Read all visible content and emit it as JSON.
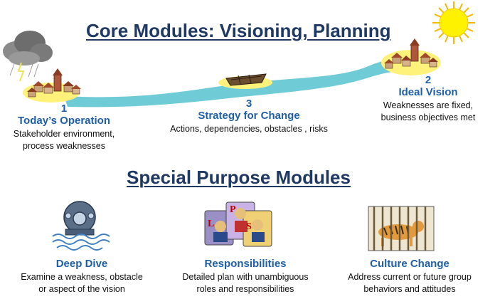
{
  "core": {
    "heading": "Core Modules: Visioning, Planning",
    "stages": [
      {
        "number": "1",
        "title": "Today’s Operation",
        "desc_lines": [
          "Stakeholder environment,",
          "process weaknesses"
        ]
      },
      {
        "number": "3",
        "title": "Strategy for Change",
        "desc_lines": [
          "Actions, dependencies, obstacles , risks"
        ]
      },
      {
        "number": "2",
        "title": "Ideal Vision",
        "desc_lines": [
          "Weaknesses are fixed,",
          "business objectives met"
        ]
      }
    ]
  },
  "special": {
    "heading": "Special Purpose Modules",
    "modules": [
      {
        "title": "Deep Dive",
        "desc_lines": [
          "Examine a weakness, obstacle",
          "or aspect of the vision"
        ]
      },
      {
        "title": "Responsibilities",
        "desc_lines": [
          "Detailed plan with unambiguous",
          "roles and responsibilities"
        ]
      },
      {
        "title": "Culture Change",
        "desc_lines": [
          "Address current or future  group",
          "behaviors and attitudes"
        ]
      }
    ]
  },
  "cards": {
    "l": "L",
    "p": "P",
    "s": "S"
  },
  "colors": {
    "heading": "#1f3864",
    "title": "#1f5fa8",
    "river": "#5fc7d3",
    "sun": "#fff200",
    "island": "#fff27a"
  }
}
